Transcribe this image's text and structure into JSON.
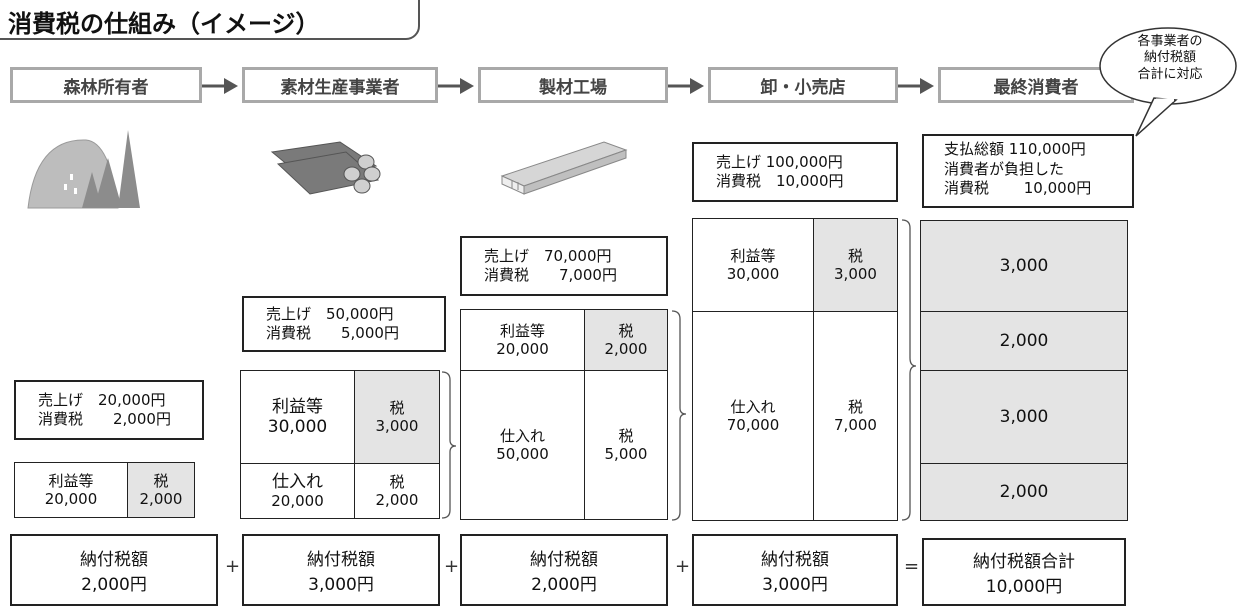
{
  "title": "消費税の仕組み（イメージ）",
  "stages": [
    "森林所有者",
    "素材生産事業者",
    "製材工場",
    "卸・小売店",
    "最終消費者"
  ],
  "callout": [
    "各事業者の",
    "納付税額",
    "合計に対応"
  ],
  "forest": {
    "sales": "売上げ　20,000円",
    "tax": "消費税　　2,000円",
    "profit_label": "利益等",
    "profit_value": "20,000",
    "tax_label": "税",
    "tax_value": "2,000"
  },
  "logging": {
    "sales": "売上げ　50,000円",
    "tax": "消費税　　5,000円",
    "profit_label": "利益等",
    "profit_value": "30,000",
    "tax_label": "税",
    "tax_value": "3,000",
    "purchase_label": "仕入れ",
    "purchase_value": "20,000",
    "ptax_label": "税",
    "ptax_value": "2,000"
  },
  "sawmill": {
    "sales": "売上げ　70,000円",
    "tax": "消費税　　7,000円",
    "profit_label": "利益等",
    "profit_value": "20,000",
    "tax_label": "税",
    "tax_value": "2,000",
    "purchase_label": "仕入れ",
    "purchase_value": "50,000",
    "ptax_label": "税",
    "ptax_value": "5,000"
  },
  "retail": {
    "sales": "売上げ 100,000円",
    "tax": "消費税　10,000円",
    "profit_label": "利益等",
    "profit_value": "30,000",
    "tax_label": "税",
    "tax_value": "3,000",
    "purchase_label": "仕入れ",
    "purchase_value": "70,000",
    "ptax_label": "税",
    "ptax_value": "7,000"
  },
  "consumer": {
    "line1": "支払総額 110,000円",
    "line2": "消費者が負担した",
    "line3": "消費税　　 10,000円",
    "stack": [
      "3,000",
      "2,000",
      "3,000",
      "2,000"
    ]
  },
  "payments": [
    {
      "label": "納付税額",
      "value": "2,000円"
    },
    {
      "label": "納付税額",
      "value": "3,000円"
    },
    {
      "label": "納付税額",
      "value": "2,000円"
    },
    {
      "label": "納付税額",
      "value": "3,000円"
    },
    {
      "label": "納付税額合計",
      "value": "10,000円"
    }
  ],
  "operators": [
    "+",
    "+",
    "+",
    "="
  ]
}
